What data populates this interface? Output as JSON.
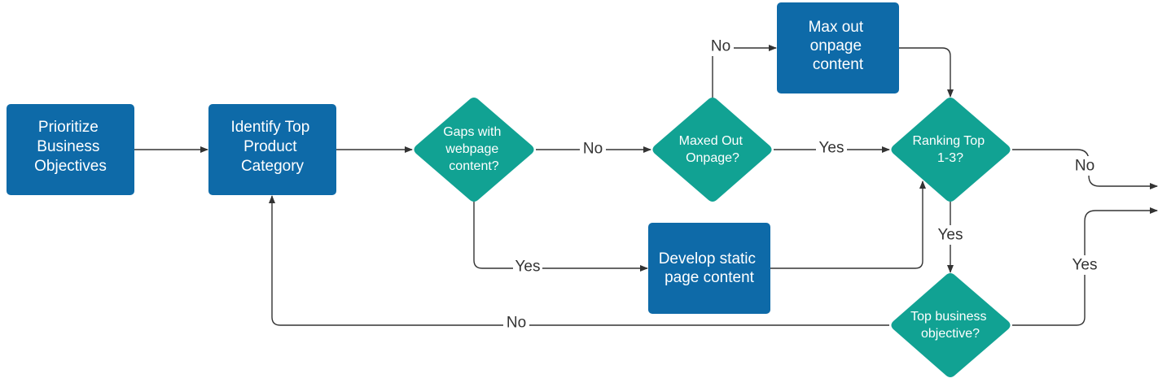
{
  "colors": {
    "process": "#0e6aa8",
    "decision": "#11a293",
    "connector": "#333333",
    "node_text": "#ffffff"
  },
  "nodes": {
    "prioritize": {
      "lines": [
        "Prioritize",
        "Business",
        "Objectives"
      ]
    },
    "identify": {
      "lines": [
        "Identify Top",
        "Product",
        "Category"
      ]
    },
    "gaps": {
      "lines": [
        "Gaps with",
        "webpage",
        "content?"
      ]
    },
    "maxed": {
      "lines": [
        "Maxed Out",
        "Onpage?"
      ]
    },
    "maxout": {
      "lines": [
        "Max out",
        "onpage",
        "content"
      ]
    },
    "ranking": {
      "lines": [
        "Ranking Top",
        "1-3?"
      ]
    },
    "develop": {
      "lines": [
        "Develop static",
        "page content"
      ]
    },
    "topbiz": {
      "lines": [
        "Top business",
        "objective?"
      ]
    }
  },
  "edge_labels": {
    "gaps_no": "No",
    "gaps_yes": "Yes",
    "maxed_no": "No",
    "maxed_yes": "Yes",
    "ranking_no": "No",
    "ranking_yes": "Yes",
    "topbiz_no": "No",
    "topbiz_yes": "Yes"
  }
}
